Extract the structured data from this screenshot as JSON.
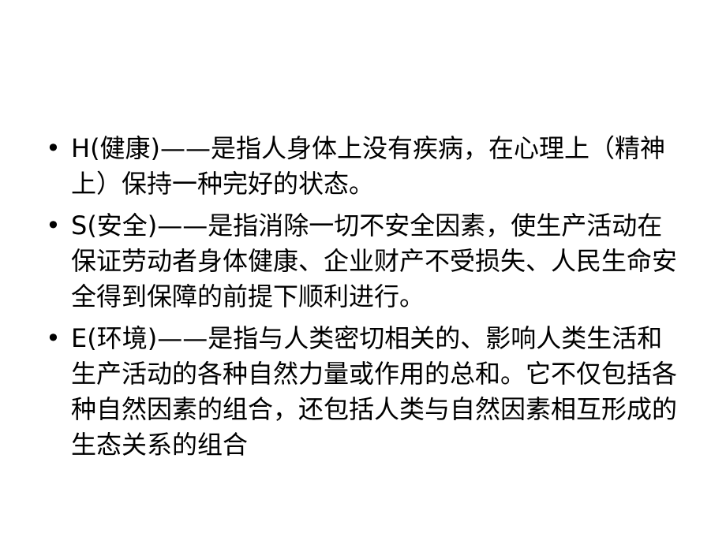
{
  "slide": {
    "bullet_symbol": "•",
    "items": [
      {
        "text": "H(健康)——是指人身体上没有疾病，在心理上（精神上）保持一种完好的状态。"
      },
      {
        "text": "S(安全)——是指消除一切不安全因素，使生产活动在保证劳动者身体健康、企业财产不受损失、人民生命安全得到保障的前提下顺利进行。"
      },
      {
        "text": "E(环境)——是指与人类密切相关的、影响人类生活和生产活动的各种自然力量或作用的总和。它不仅包括各种自然因素的组合，还包括人类与自然因素相互形成的生态关系的组合"
      }
    ]
  }
}
